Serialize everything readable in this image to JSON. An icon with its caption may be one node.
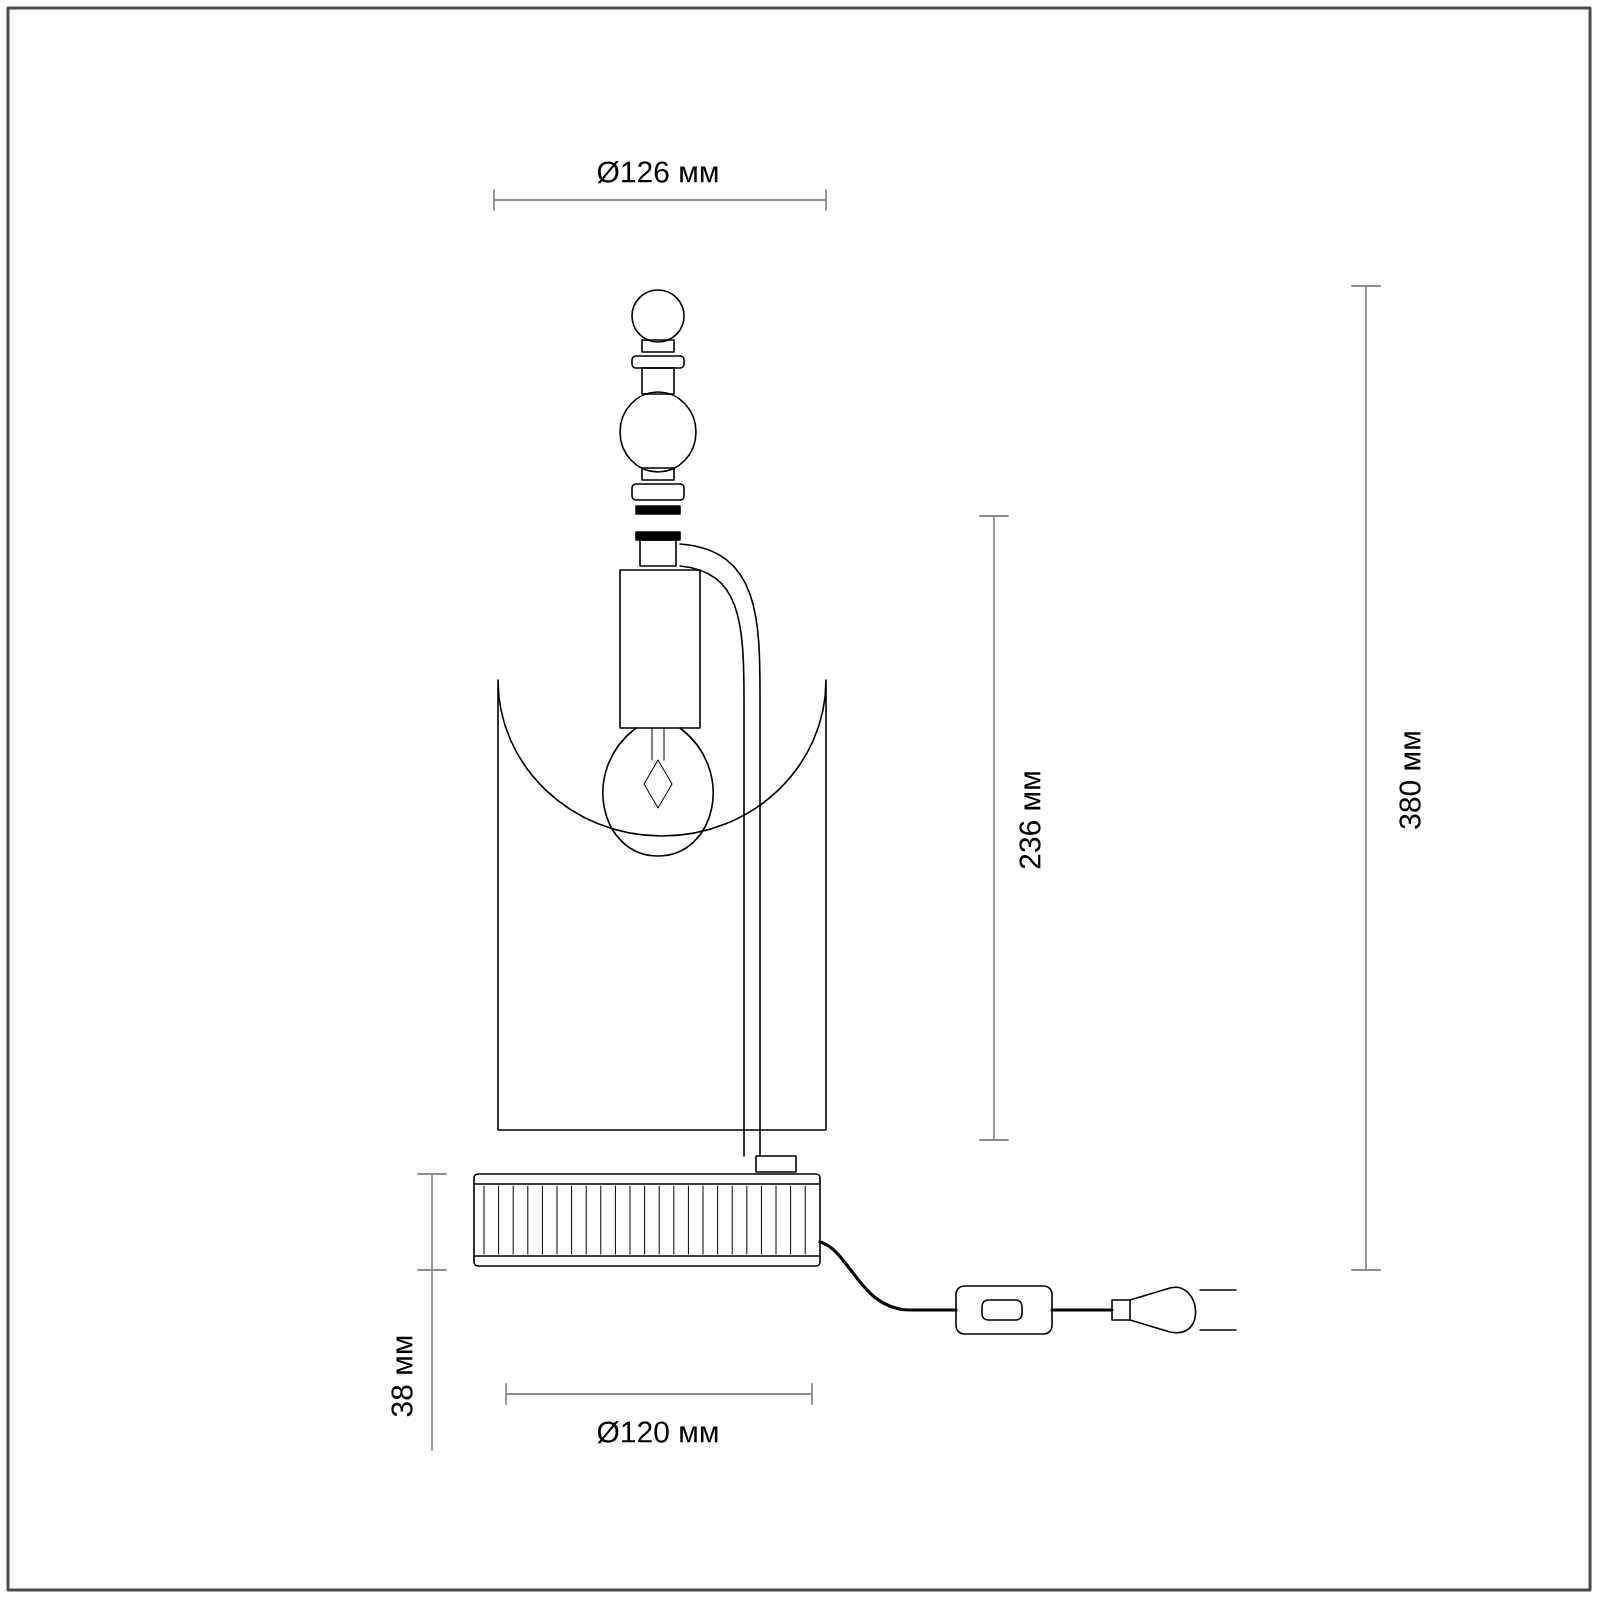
{
  "diagram": {
    "labels": [
      "Ø126 мм",
      "380 мм",
      "236 мм",
      "38 мм",
      "Ø120 мм"
    ]
  }
}
